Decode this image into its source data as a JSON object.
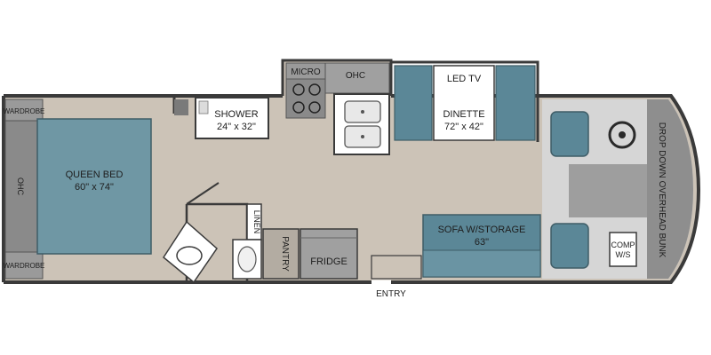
{
  "labels": {
    "wardrobe_top": "WARDROBE",
    "wardrobe_bottom": "WARDROBE",
    "ohc_left": "OHC",
    "queen_bed_line1": "QUEEN BED",
    "queen_bed_line2": "60\" x 74\"",
    "shower_line1": "SHOWER",
    "shower_line2": "24\" x 32\"",
    "micro": "MICRO",
    "ohc_kitchen": "OHC",
    "led_tv": "LED TV",
    "dinette_line1": "DINETTE",
    "dinette_line2": "72\" x 42\"",
    "linen": "LINEN",
    "pantry": "PANTRY",
    "fridge": "FRIDGE",
    "sofa_line1": "SOFA W/STORAGE",
    "sofa_line2": "63\"",
    "comp_line1": "COMP",
    "comp_line2": "W/S",
    "bunk": "DROP DOWN OVERHEAD BUNK",
    "entry": "ENTRY"
  },
  "colors": {
    "floor": "#ccc3b7",
    "wall": "#3a3a3a",
    "bed": "#6f97a4",
    "seat": "#5b8797",
    "cabinet": "#7a7a7a",
    "cab_area": "#a9a9a9",
    "bunk": "#8e8e8e",
    "white": "#ffffff"
  }
}
